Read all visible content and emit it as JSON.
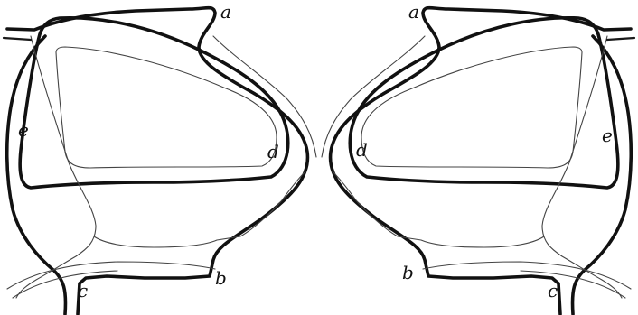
{
  "labels": {
    "left": {
      "a": "a",
      "b": "b",
      "c": "c",
      "d": "d",
      "e": "e"
    },
    "right": {
      "a": "a",
      "b": "b",
      "c": "c",
      "d": "d",
      "e": "e"
    }
  },
  "colors": {
    "stroke": "#111111",
    "background": "#ffffff"
  }
}
